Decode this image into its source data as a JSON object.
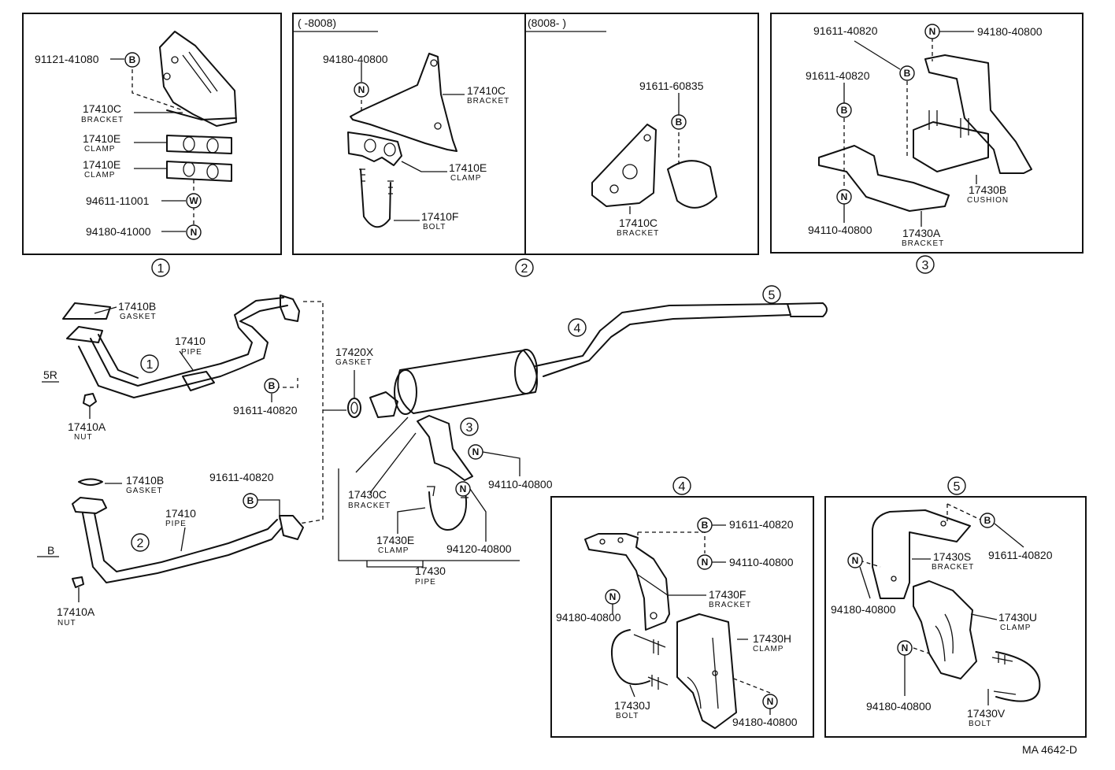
{
  "panels": {
    "p1": {
      "number": "1",
      "labels": {
        "bolt_91121": "91121-41080",
        "bracket_17410c": "17410C",
        "bracket_17410c_name": "BRACKET",
        "clamp_top": "17410E",
        "clamp_top_name": "CLAMP",
        "clamp_bottom": "17410E",
        "clamp_bottom_name": "CLAMP",
        "washer_94611": "94611-11001",
        "nut_94180": "94180-41000"
      }
    },
    "p2": {
      "number": "2",
      "left_range": "(     -8008)",
      "right_range": "(8008-        )",
      "labels": {
        "nut_94180": "94180-40800",
        "bracket_17410c": "17410C",
        "bracket_17410c_name": "BRACKET",
        "clamp_17410e": "17410E",
        "clamp_17410e_name": "CLAMP",
        "bolt_17410f": "17410F",
        "bolt_17410f_name": "BOLT",
        "bolt_91611_60835": "91611-60835",
        "bracket_17410c_b": "17410C",
        "bracket_17410c_b_name": "BRACKET"
      }
    },
    "p3": {
      "number": "3",
      "labels": {
        "bolt_91611_top": "91611-40820",
        "nut_94180_top": "94180-40800",
        "bolt_91611_mid": "91611-40820",
        "cushion_17430b": "17430B",
        "cushion_17430b_name": "CUSHION",
        "nut_94110": "94110-40800",
        "bracket_17430a": "17430A",
        "bracket_17430a_name": "BRACKET"
      }
    },
    "p4": {
      "number": "4",
      "labels": {
        "bolt_91611": "91611-40820",
        "nut_94110": "94110-40800",
        "nut_94180_left": "94180-40800",
        "bracket_17430f": "17430F",
        "bracket_17430f_name": "BRACKET",
        "clamp_17430h": "17430H",
        "clamp_17430h_name": "CLAMP",
        "bolt_17430j": "17430J",
        "bolt_17430j_name": "BOLT",
        "nut_94180_bottom": "94180-40800"
      }
    },
    "p5": {
      "number": "5",
      "labels": {
        "bolt_91611": "91611-40820",
        "nut_94180_left": "94180-40800",
        "bracket_17430s": "17430S",
        "bracket_17430s_name": "BRACKET",
        "clamp_17430u": "17430U",
        "clamp_17430u_name": "CLAMP",
        "nut_94180_bottom": "94180-40800",
        "bolt_17430v": "17430V",
        "bolt_17430v_name": "BOLT"
      }
    }
  },
  "main": {
    "variant_5r": "5R",
    "variant_b": "B",
    "gasket_17410b_top": "17410B",
    "gasket_17410b_top_name": "GASKET",
    "pipe_17410_top": "17410",
    "pipe_17410_top_name": "PIPE",
    "nut_17410a_top": "17410A",
    "nut_17410a_top_name": "NUT",
    "bolt_91611_top": "91611-40820",
    "gasket_17420x": "17420X",
    "gasket_17420x_name": "GASKET",
    "gasket_17410b_bottom": "17410B",
    "gasket_17410b_bottom_name": "GASKET",
    "bolt_91611_bottom": "91611-40820",
    "pipe_17410_bottom": "17410",
    "pipe_17410_bottom_name": "PIPE",
    "nut_17410a_bottom": "17410A",
    "nut_17410a_bottom_name": "NUT",
    "bracket_17430c": "17430C",
    "bracket_17430c_name": "BRACKET",
    "clamp_17430e": "17430E",
    "clamp_17430e_name": "CLAMP",
    "nut_94110": "94110-40800",
    "nut_94120": "94120-40800",
    "pipe_17430": "17430",
    "pipe_17430_name": "PIPE"
  },
  "callouts": {
    "c1_top": "1",
    "c2_bottom": "2",
    "c3_mount": "3",
    "c4_tail": "4",
    "c5_tail": "5"
  },
  "symbols": {
    "bolt": "B",
    "nut": "N",
    "washer": "W"
  },
  "drawing_code": "MA 4642-D"
}
